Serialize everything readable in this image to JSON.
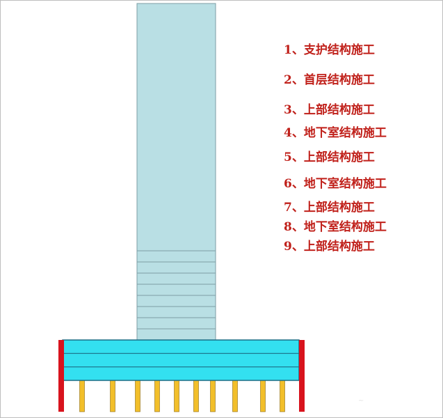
{
  "colors": {
    "tower_fill": "#b9dfe4",
    "tower_stroke": "#7d9ea4",
    "basement_fill": "#33e0f0",
    "basement_stroke": "#1c6e86",
    "retaining_wall": "#d8131d",
    "pile_fill": "#f2bf2a",
    "pile_stroke": "#8a6a14",
    "step_text": "#c0201a"
  },
  "diagram": {
    "tower_floor_count": 8,
    "basement_level_count": 3,
    "pile_count": 10
  },
  "steps": [
    "1、支护结构施工",
    "2、首层结构施工",
    "3、上部结构施工",
    "4、地下室结构施工",
    "5、上部结构施工",
    "6、地下室结构施工",
    "7、上部结构施工",
    "8、地下室结构施工",
    "9、上部结构施工"
  ]
}
